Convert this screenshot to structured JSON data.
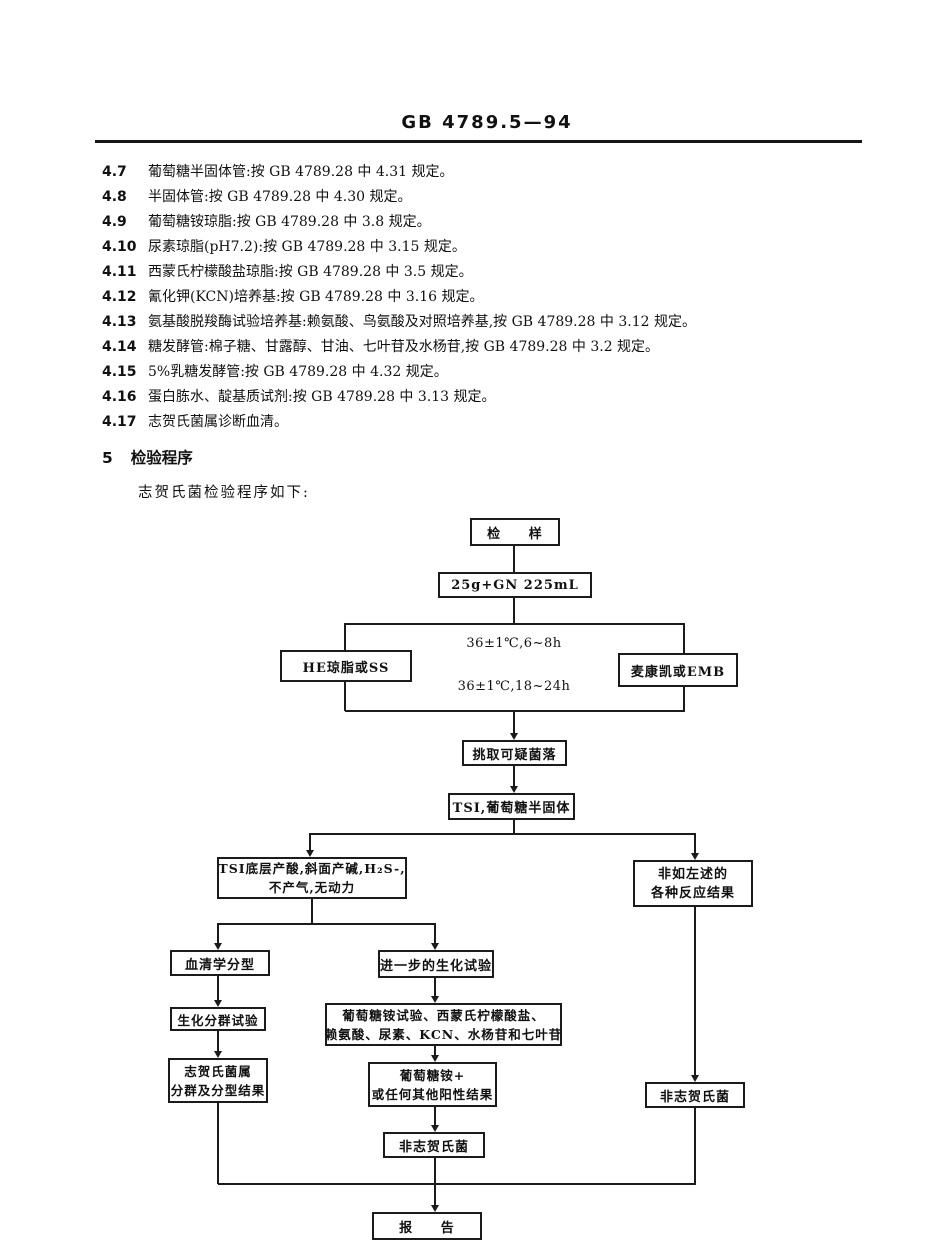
{
  "header": {
    "standard_number": "GB 4789.5—94"
  },
  "reagents": [
    {
      "no": "4.7",
      "text": "葡萄糖半固体管:按 GB 4789.28 中 4.31 规定。"
    },
    {
      "no": "4.8",
      "text": "半固体管:按 GB 4789.28 中 4.30 规定。"
    },
    {
      "no": "4.9",
      "text": "葡萄糖铵琼脂:按 GB 4789.28 中 3.8 规定。"
    },
    {
      "no": "4.10",
      "text": "尿素琼脂(pH7.2):按 GB 4789.28 中 3.15 规定。"
    },
    {
      "no": "4.11",
      "text": "西蒙氏柠檬酸盐琼脂:按 GB 4789.28 中 3.5 规定。"
    },
    {
      "no": "4.12",
      "text": "氰化钾(KCN)培养基:按 GB 4789.28 中 3.16 规定。"
    },
    {
      "no": "4.13",
      "text": "氨基酸脱羧酶试验培养基:赖氨酸、鸟氨酸及对照培养基,按 GB 4789.28 中 3.12 规定。"
    },
    {
      "no": "4.14",
      "text": "糖发酵管:棉子糖、甘露醇、甘油、七叶苷及水杨苷,按 GB 4789.28 中 3.2 规定。"
    },
    {
      "no": "4.15",
      "text": "5%乳糖发酵管:按 GB 4789.28 中 4.32 规定。"
    },
    {
      "no": "4.16",
      "text": "蛋白胨水、靛基质试剂:按 GB 4789.28 中 3.13 规定。"
    },
    {
      "no": "4.17",
      "text": "志贺氏菌属诊断血清。"
    }
  ],
  "section": {
    "number": "5",
    "title": "检验程序",
    "intro": "志贺氏菌检验程序如下:"
  },
  "flowchart": {
    "sample": "检     样",
    "enrichment": "25g+GN 225mL",
    "incubation_1": "36±1℃,6~8h",
    "plate_left": "HE琼脂或SS",
    "plate_right": "麦康凯或EMB",
    "incubation_2": "36±1℃,18~24h",
    "pick_colony": "挑取可疑菌落",
    "tsi": "TSI,葡萄糖半固体",
    "tsi_typical_line1": "TSI底层产酸,斜面产碱,H₂S-,",
    "tsi_typical_line2": "不产气,无动力",
    "atypical_line1": "非如左述的",
    "atypical_line2": "各种反应结果",
    "serotyping": "血清学分型",
    "further_biochem": "进一步的生化试验",
    "biochem_grouping": "生化分群试验",
    "confirm_tests_line1": "葡萄糖铵试验、西蒙氏柠檬酸盐、",
    "confirm_tests_line2": "赖氨酸、尿素、KCN、水杨苷和七叶苷",
    "shigella_result_line1": "志贺氏菌属",
    "shigella_result_line2": "分群及分型结果",
    "positive_line1": "葡萄糖铵+",
    "positive_line2": "或任何其他阳性结果",
    "non_shigella_mid": "非志贺氏菌",
    "non_shigella_right": "非志贺氏菌",
    "report": "报     告"
  }
}
